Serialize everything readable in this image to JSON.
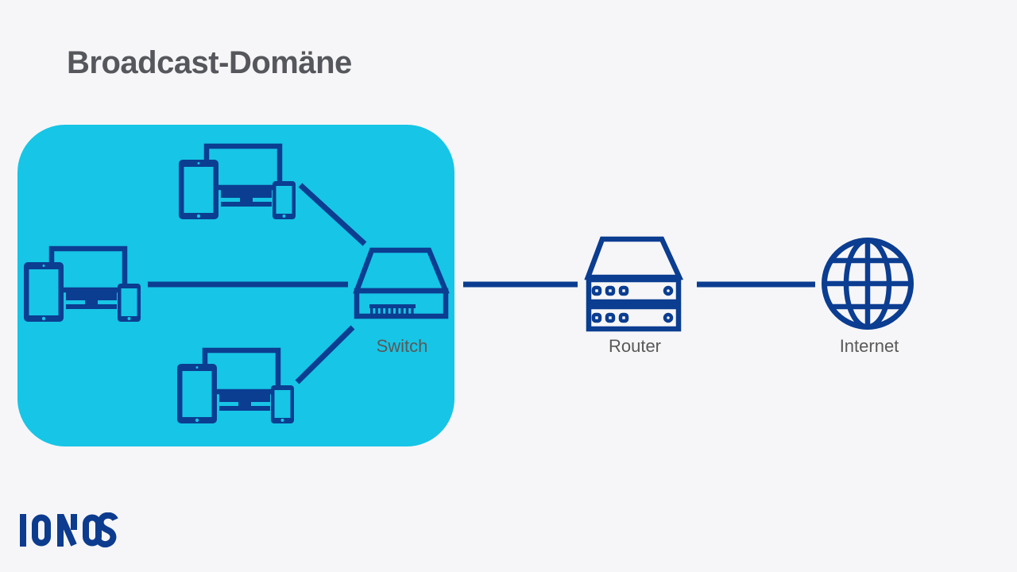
{
  "title": "Broadcast-Domäne",
  "logo": {
    "text": "IONOS"
  },
  "colors": {
    "background": "#F6F6F8",
    "broadcast_domain_fill": "#17C5E6",
    "diagram_navy": "#0B3D91",
    "logo_blue": "#0D3C8E",
    "title_gray": "#55575C",
    "label_gray": "#595959"
  },
  "diagram": {
    "broadcast_domain": {
      "device_cluster_count": 3,
      "cluster_devices": [
        "tablet",
        "monitor",
        "smartphone"
      ]
    },
    "nodes": [
      {
        "id": "switch",
        "label": "Switch"
      },
      {
        "id": "router",
        "label": "Router"
      },
      {
        "id": "internet",
        "label": "Internet"
      }
    ],
    "edges": [
      {
        "from": "device-cluster-top",
        "to": "switch"
      },
      {
        "from": "device-cluster-middle",
        "to": "switch"
      },
      {
        "from": "device-cluster-bottom",
        "to": "switch"
      },
      {
        "from": "switch",
        "to": "router"
      },
      {
        "from": "router",
        "to": "internet"
      }
    ]
  }
}
